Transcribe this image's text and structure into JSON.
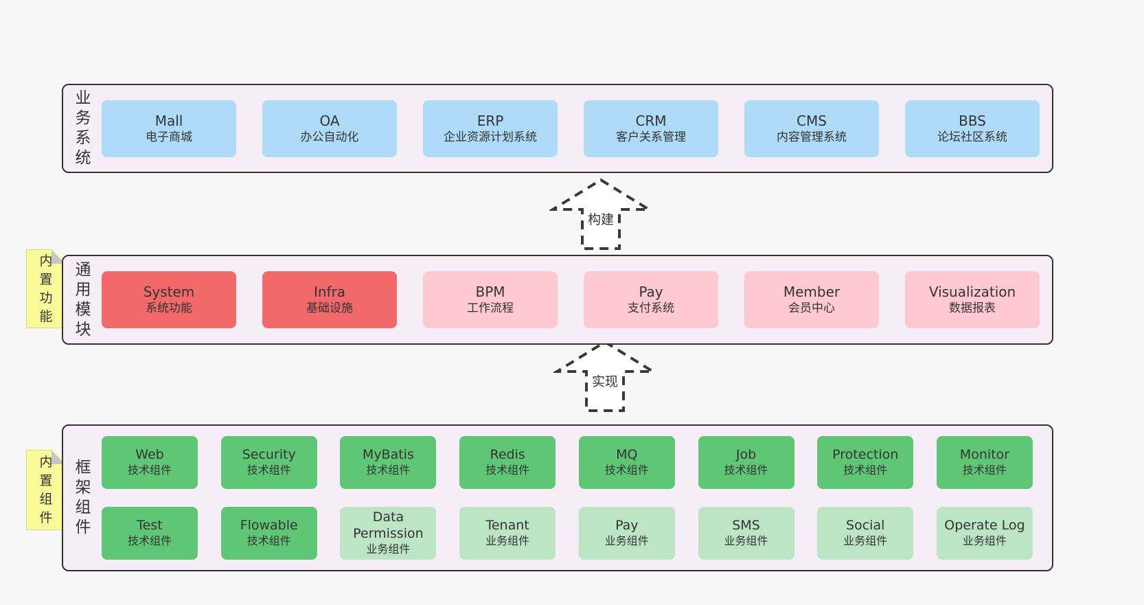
{
  "diagram": {
    "arrows": [
      {
        "label": "构建"
      },
      {
        "label": "实现"
      }
    ],
    "panels": {
      "top": {
        "side_label": "业务系统",
        "boxes": [
          {
            "en": "Mall",
            "zh": "电子商城"
          },
          {
            "en": "OA",
            "zh": "办公自动化"
          },
          {
            "en": "ERP",
            "zh": "企业资源计划系统"
          },
          {
            "en": "CRM",
            "zh": "客户关系管理"
          },
          {
            "en": "CMS",
            "zh": "内容管理系统"
          },
          {
            "en": "BBS",
            "zh": "论坛社区系统"
          }
        ]
      },
      "middle": {
        "side_label": "通用模块",
        "note": "内置功能",
        "boxes": [
          {
            "en": "System",
            "zh": "系统功能"
          },
          {
            "en": "Infra",
            "zh": "基础设施"
          },
          {
            "en": "BPM",
            "zh": "工作流程"
          },
          {
            "en": "Pay",
            "zh": "支付系统"
          },
          {
            "en": "Member",
            "zh": "会员中心"
          },
          {
            "en": "Visualization",
            "zh": "数据报表"
          }
        ]
      },
      "bottom": {
        "side_label": "框架组件",
        "note": "内置组件",
        "rows": [
          [
            {
              "en": "Web",
              "zh": "技术组件"
            },
            {
              "en": "Security",
              "zh": "技术组件"
            },
            {
              "en": "MyBatis",
              "zh": "技术组件"
            },
            {
              "en": "Redis",
              "zh": "技术组件"
            },
            {
              "en": "MQ",
              "zh": "技术组件"
            },
            {
              "en": "Job",
              "zh": "技术组件"
            },
            {
              "en": "Protection",
              "zh": "技术组件"
            },
            {
              "en": "Monitor",
              "zh": "技术组件"
            }
          ],
          [
            {
              "en": "Test",
              "zh": "技术组件"
            },
            {
              "en": "Flowable",
              "zh": "技术组件"
            },
            {
              "en": "Data Permission",
              "zh": "业务组件"
            },
            {
              "en": "Tenant",
              "zh": "业务组件"
            },
            {
              "en": "Pay",
              "zh": "业务组件"
            },
            {
              "en": "SMS",
              "zh": "业务组件"
            },
            {
              "en": "Social",
              "zh": "业务组件"
            },
            {
              "en": "Operate Log",
              "zh": "业务组件"
            }
          ]
        ]
      }
    },
    "colors": {
      "page_bg": "#f7f7f7",
      "panel_bg": "#f7edf6",
      "panel_border": "#333333",
      "business_blue": "#aedcf8",
      "module_red": "#f2696b",
      "module_pink": "#ffc9d2",
      "component_green_dark": "#5fc676",
      "component_green_light": "#bce5c5",
      "note_yellow": "#fafa9b",
      "text": "#333333"
    }
  }
}
